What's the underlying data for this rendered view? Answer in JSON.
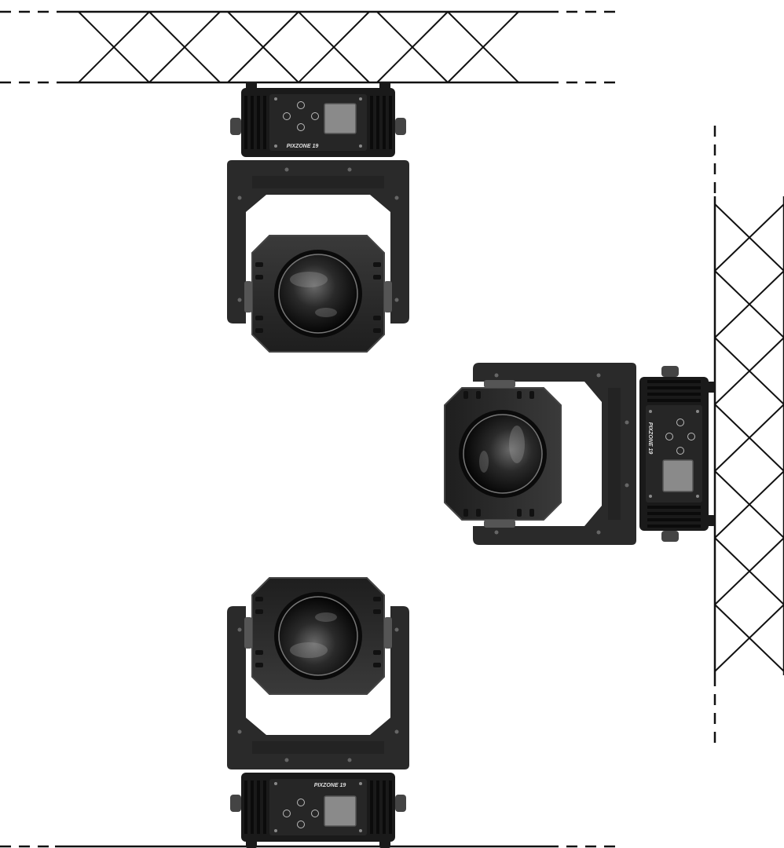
{
  "fixtures": [
    {
      "id": "hanging",
      "brand": "PIXZONE 19"
    },
    {
      "id": "wall-mounted",
      "brand": "PIXZONE 19"
    },
    {
      "id": "floor-standing",
      "brand": "PIXZONE 19"
    }
  ],
  "colors": {
    "truss_line": "#111111",
    "fixture_body": "#2b2b2b",
    "fixture_dark": "#151515",
    "lens": "#0f0f0f",
    "display": "#8a8a8a"
  }
}
